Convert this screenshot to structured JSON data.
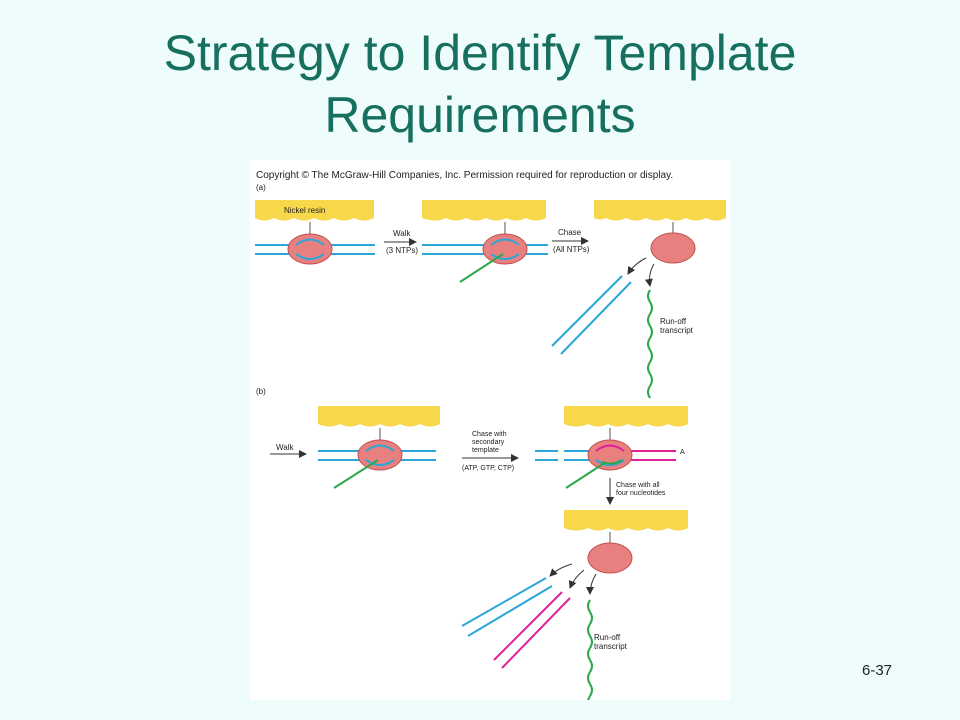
{
  "slide": {
    "title_line1": "Strategy to Identify Template",
    "title_line2": "Requirements",
    "slide_number": "6-37"
  },
  "figure": {
    "copyright": "Copyright © The McGraw-Hill Companies, Inc. Permission required for reproduction or display.",
    "panel_a": {
      "label": "(a)",
      "resin_label": "Nickel resin",
      "walk_label": "Walk",
      "walk_sub": "(3 NTPs)",
      "chase_label": "Chase",
      "chase_sub": "(All NTPs)",
      "runoff_line1": "Run-off",
      "runoff_line2": "transcript"
    },
    "panel_b": {
      "label": "(b)",
      "walk_label": "Walk",
      "chase_line1": "Chase with",
      "chase_line2": "secondary",
      "chase_line3": "template",
      "chase_sub": "(ATP, GTP, CTP)",
      "template_end": "A",
      "chase2_line1": "Chase with all",
      "chase2_line2": "four nucleotides",
      "runoff_line1": "Run-off",
      "runoff_line2": "transcript"
    },
    "colors": {
      "resin": "#f7d84a",
      "polymerase": "#e98080",
      "dna": "#2aa6d8",
      "rna": "#2aa84a",
      "secondary_template": "#e0209a"
    }
  }
}
